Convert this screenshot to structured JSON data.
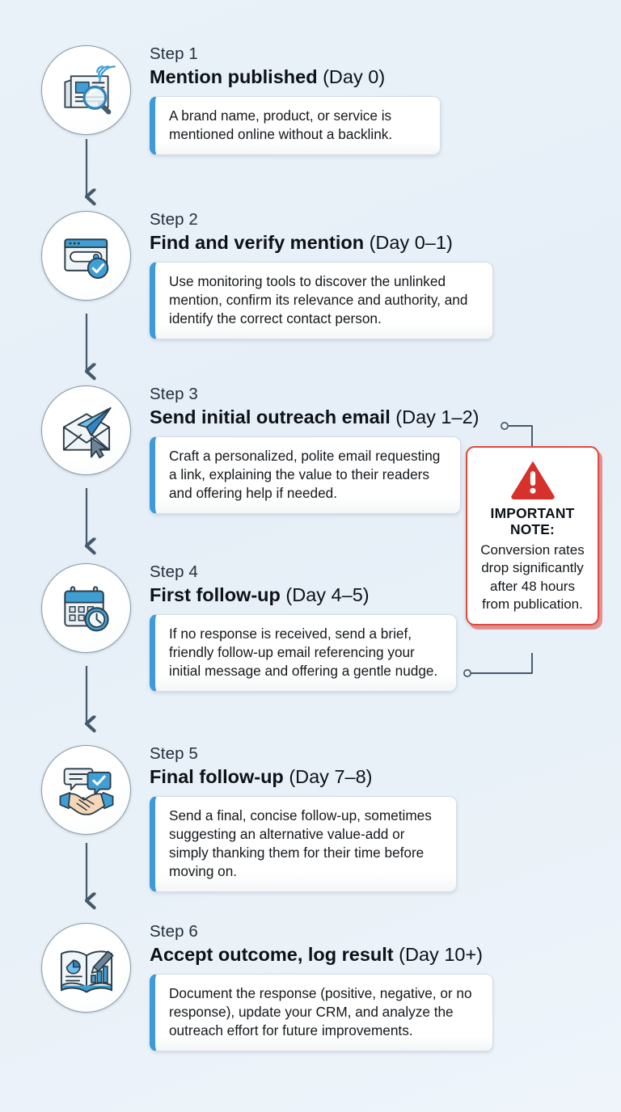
{
  "theme": {
    "background": "#e9f1f8",
    "accent_blue": "#3d9bdc",
    "connector": "#43586a",
    "alert_red": "#e2483f",
    "icon_blue": "#3f9fd4",
    "text_dark": "#0d1217"
  },
  "steps": [
    {
      "eyebrow": "Step 1",
      "title": "Mention published",
      "day": "(Day 0)",
      "description": "A brand name, product, or service is mentioned online without a backlink.",
      "icon": "newspaper-search-icon"
    },
    {
      "eyebrow": "Step 2",
      "title": "Find and verify mention",
      "day": "(Day 0–1)",
      "description": "Use monitoring tools to discover the unlinked mention, confirm its relevance and authority, and identify the correct contact person.",
      "icon": "browser-check-icon"
    },
    {
      "eyebrow": "Step 3",
      "title": "Send initial outreach email",
      "day": "(Day 1–2)",
      "description": "Craft a personalized, polite email requesting a link, explaining the value to their readers and offering help if needed.",
      "icon": "email-send-cursor-icon"
    },
    {
      "eyebrow": "Step 4",
      "title": "First follow-up",
      "day": "(Day 4–5)",
      "description": "If no response is received, send a brief, friendly follow-up email referencing your initial message and offering a gentle nudge.",
      "icon": "calendar-clock-icon"
    },
    {
      "eyebrow": "Step 5",
      "title": "Final follow-up",
      "day": "(Day 7–8)",
      "description": "Send a final, concise follow-up, sometimes suggesting an alternative value-add or simply thanking them for their time before moving on.",
      "icon": "handshake-chat-check-icon"
    },
    {
      "eyebrow": "Step 6",
      "title": "Accept outcome, log result",
      "day": "(Day 10+)",
      "description": "Document the response (positive, negative, or no response), update your CRM, and analyze the outreach effort for future improvements.",
      "icon": "report-book-pencil-icon"
    }
  ],
  "callout": {
    "icon": "warning-triangle-icon",
    "title": "IMPORTANT NOTE:",
    "text": "Conversion rates drop significantly after 48 hours from publication."
  }
}
